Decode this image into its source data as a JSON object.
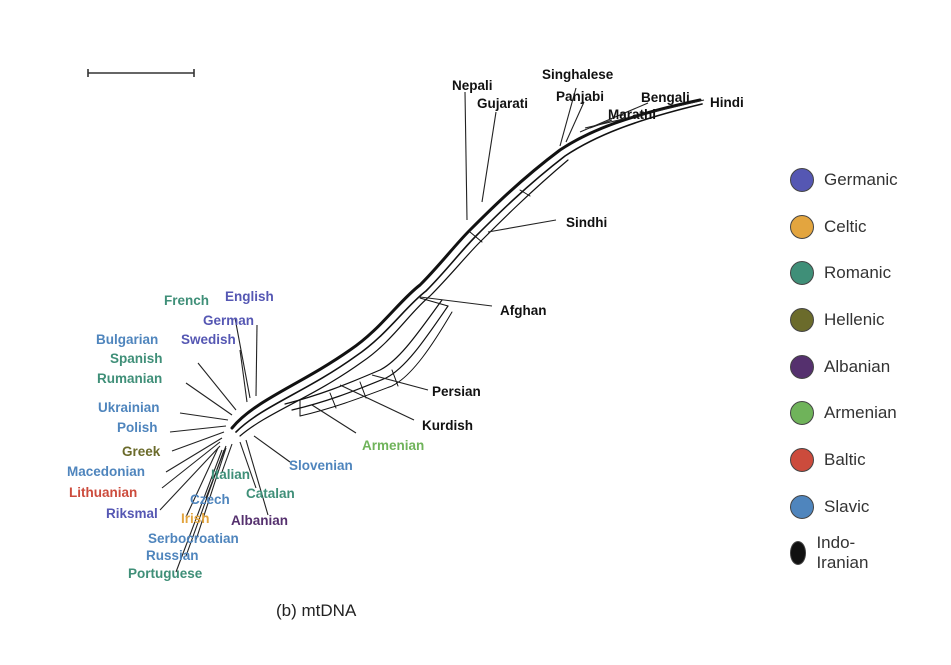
{
  "caption": "(b) mtDNA",
  "colors": {
    "Germanic": "#5557b3",
    "Celtic": "#e3a53f",
    "Romanic": "#3f8f78",
    "Hellenic": "#6b6b2b",
    "Albanian": "#55306e",
    "Armenian": "#6fb35a",
    "Baltic": "#cc4b3c",
    "Slavic": "#4f85bd",
    "Indo-Iranian": "#111111"
  },
  "legend": [
    {
      "name": "Germanic"
    },
    {
      "name": "Celtic"
    },
    {
      "name": "Romanic"
    },
    {
      "name": "Hellenic"
    },
    {
      "name": "Albanian"
    },
    {
      "name": "Armenian"
    },
    {
      "name": "Baltic"
    },
    {
      "name": "Slavic"
    },
    {
      "name": "Indo-Iranian"
    }
  ],
  "taxa": [
    {
      "name": "Nepali",
      "group": "Indo-Iranian"
    },
    {
      "name": "Singhalese",
      "group": "Indo-Iranian"
    },
    {
      "name": "Gujarati",
      "group": "Indo-Iranian"
    },
    {
      "name": "Panjabi",
      "group": "Indo-Iranian"
    },
    {
      "name": "Bengali",
      "group": "Indo-Iranian"
    },
    {
      "name": "Hindi",
      "group": "Indo-Iranian"
    },
    {
      "name": "Marathi",
      "group": "Indo-Iranian"
    },
    {
      "name": "Sindhi",
      "group": "Indo-Iranian"
    },
    {
      "name": "Afghan",
      "group": "Indo-Iranian"
    },
    {
      "name": "Persian",
      "group": "Indo-Iranian"
    },
    {
      "name": "Kurdish",
      "group": "Indo-Iranian"
    },
    {
      "name": "Armenian",
      "group": "Armenian"
    },
    {
      "name": "French",
      "group": "Romanic"
    },
    {
      "name": "English",
      "group": "Germanic"
    },
    {
      "name": "German",
      "group": "Germanic"
    },
    {
      "name": "Bulgarian",
      "group": "Slavic"
    },
    {
      "name": "Swedish",
      "group": "Germanic"
    },
    {
      "name": "Spanish",
      "group": "Romanic"
    },
    {
      "name": "Rumanian",
      "group": "Romanic"
    },
    {
      "name": "Ukrainian",
      "group": "Slavic"
    },
    {
      "name": "Polish",
      "group": "Slavic"
    },
    {
      "name": "Greek",
      "group": "Hellenic"
    },
    {
      "name": "Macedonian",
      "group": "Slavic"
    },
    {
      "name": "Lithuanian",
      "group": "Baltic"
    },
    {
      "name": "Riksmal",
      "group": "Germanic"
    },
    {
      "name": "Irish",
      "group": "Celtic"
    },
    {
      "name": "Czech",
      "group": "Slavic"
    },
    {
      "name": "Italian",
      "group": "Romanic"
    },
    {
      "name": "Catalan",
      "group": "Romanic"
    },
    {
      "name": "Albanian",
      "group": "Albanian"
    },
    {
      "name": "Slovenian",
      "group": "Slavic"
    },
    {
      "name": "Serbocroatian",
      "group": "Slavic"
    },
    {
      "name": "Russian",
      "group": "Slavic"
    },
    {
      "name": "Portuguese",
      "group": "Romanic"
    }
  ]
}
